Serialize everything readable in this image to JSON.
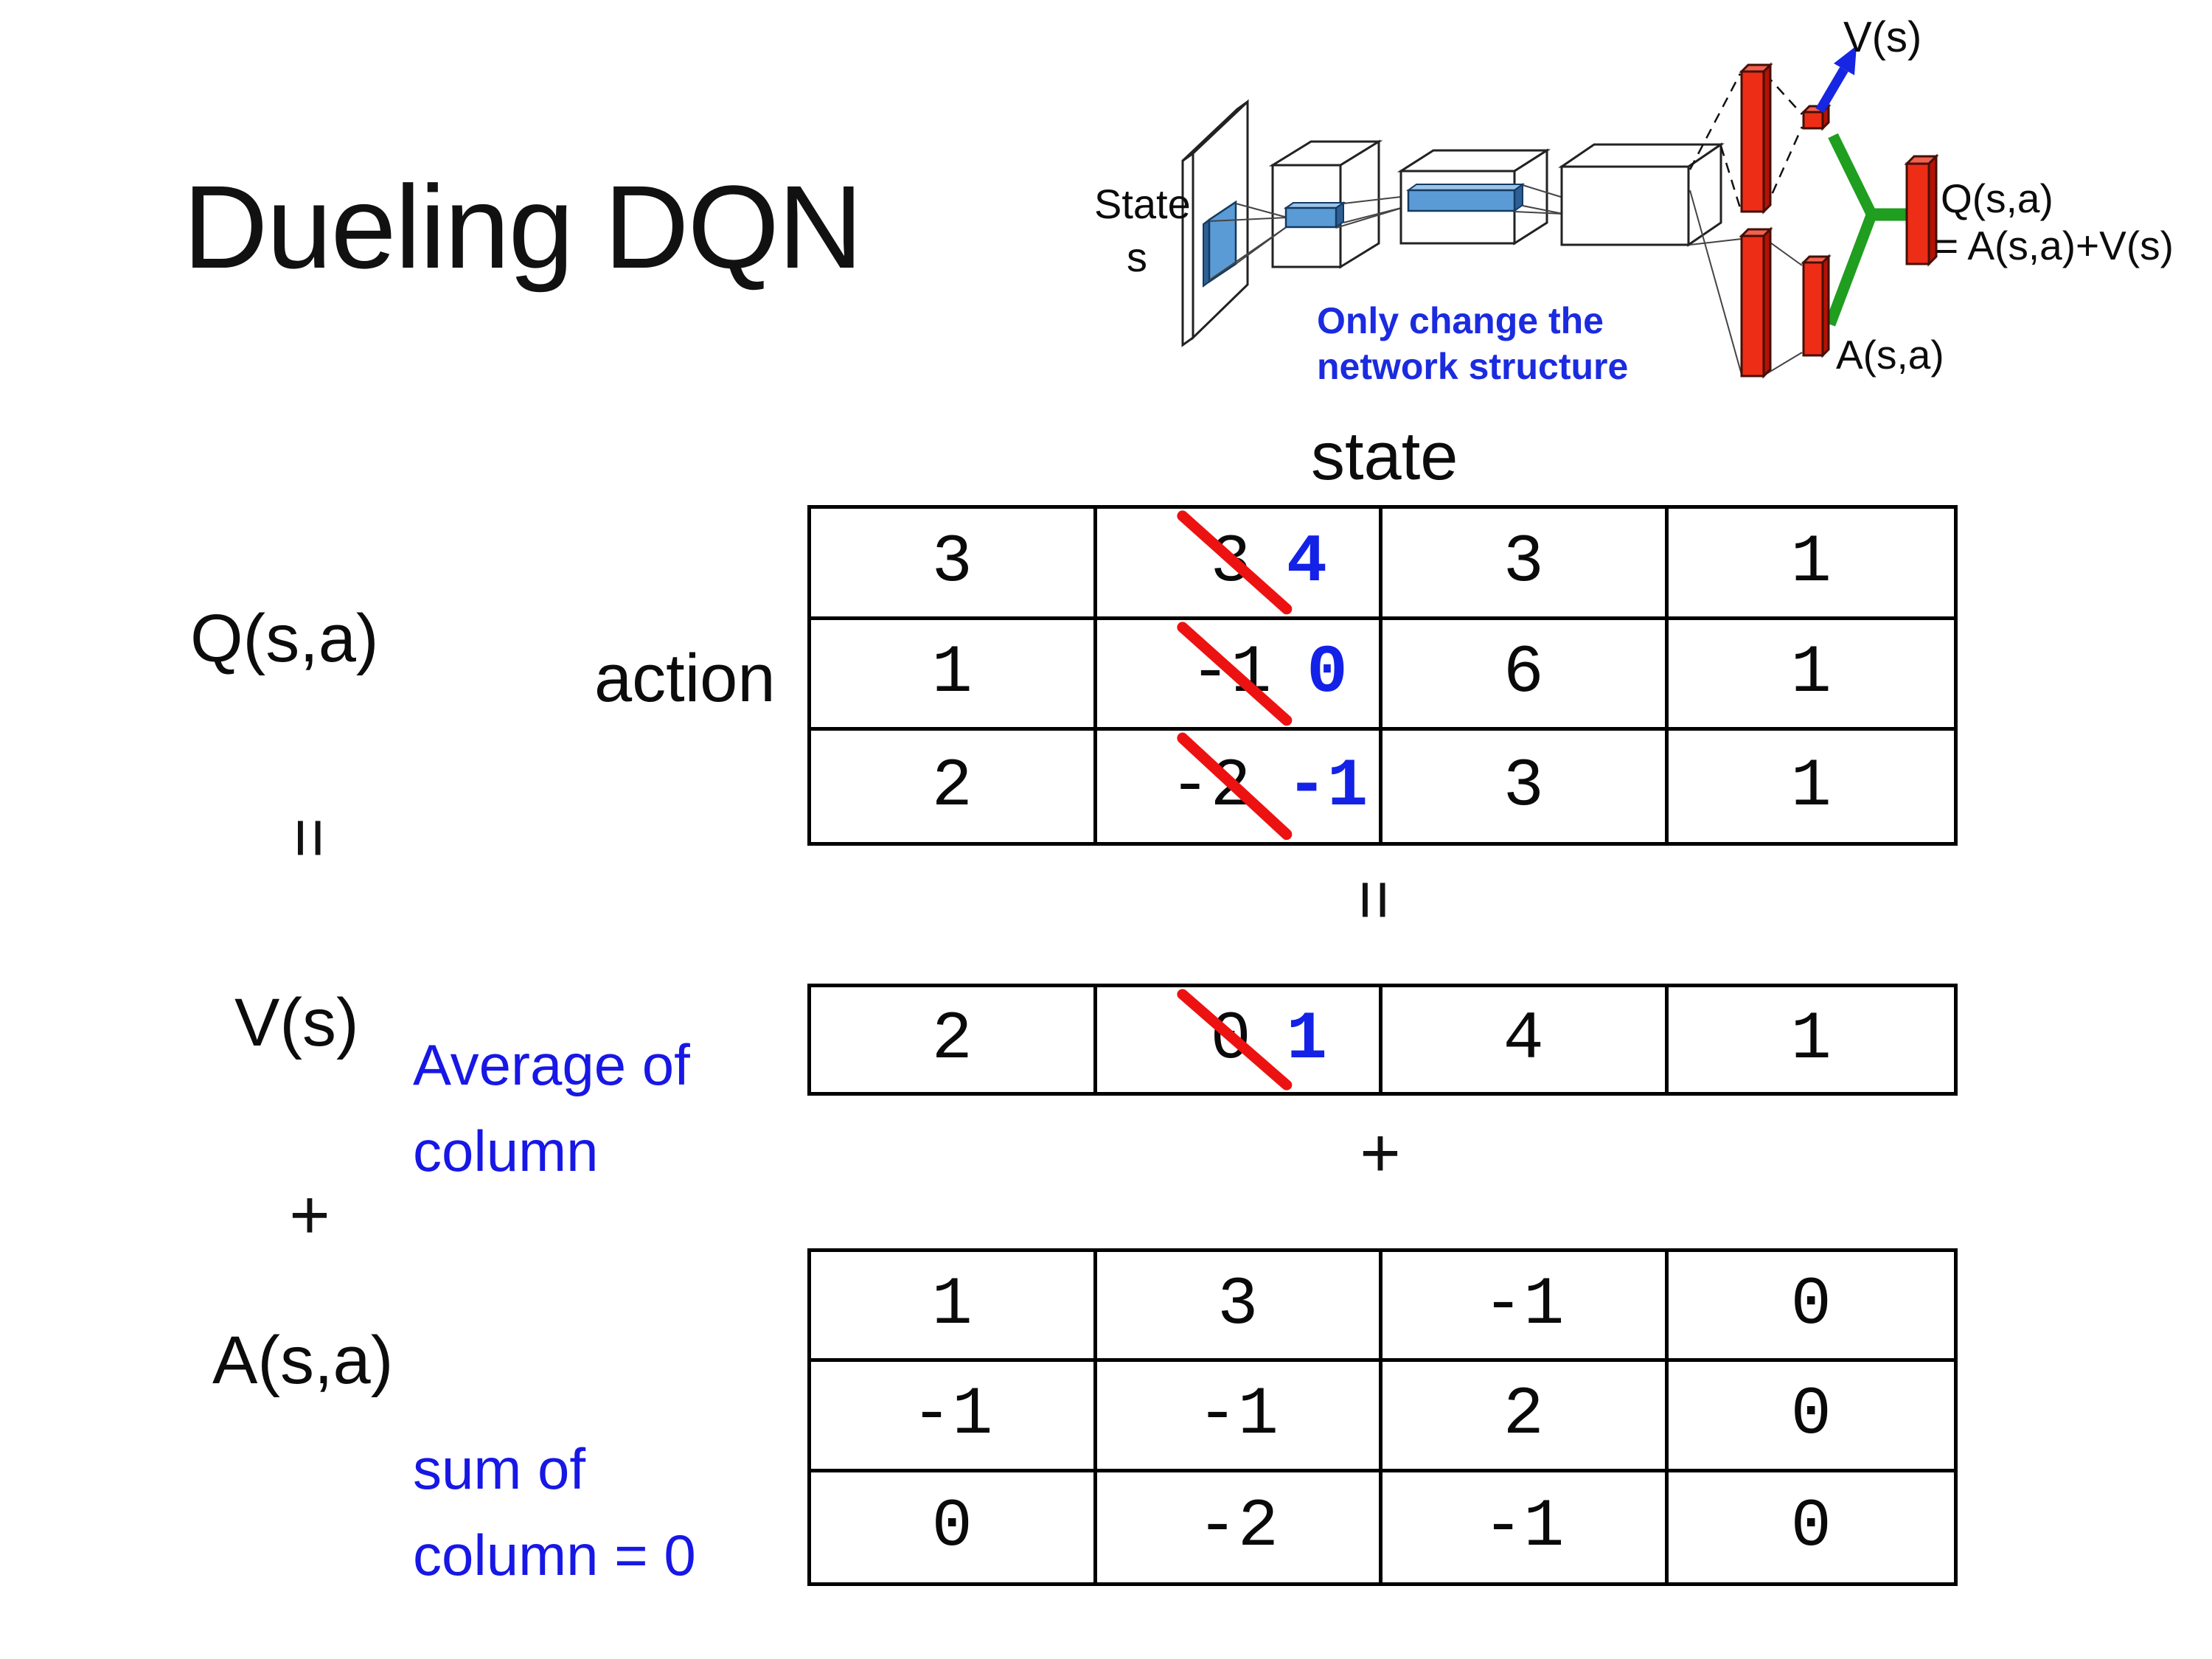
{
  "slide": {
    "title": "Dueling DQN"
  },
  "colors": {
    "strike_red": "#ec1212",
    "value_blue": "#1322e6",
    "note_blue": "#1717e6",
    "diagram_note_blue": "#1b2be0",
    "green_merge": "#1f9e1f",
    "bar_red": "#ee2d16",
    "conv_blue": "#5b9bd5"
  },
  "diagram": {
    "state_line1": "State",
    "state_line2": "s",
    "note_line1": "Only change the",
    "note_line2": "network structure",
    "v_out_label": "V(s)",
    "q_out_label": "Q(s,a)",
    "q_out_formula": "= A(s,a)+V(s)",
    "a_out_label": "A(s,a)"
  },
  "equation": {
    "q_label": "Q(s,a)",
    "equals": "=",
    "v_label": "V(s)",
    "plus": "+",
    "a_label": "A(s,a)",
    "mid_equals": "=",
    "mid_plus": "+",
    "action_label": "action",
    "state_label": "state",
    "v_note_line1": "Average of",
    "v_note_line2": "column",
    "a_note_line1": "sum of",
    "a_note_line2": "column = 0"
  },
  "q_table": {
    "rows": [
      [
        "3",
        {
          "old": "3",
          "new": "4"
        },
        "3",
        "1"
      ],
      [
        "1",
        {
          "old": "-1",
          "new": "0"
        },
        "6",
        "1"
      ],
      [
        "2",
        {
          "old": "-2",
          "new": "-1"
        },
        "3",
        "1"
      ]
    ]
  },
  "v_table": {
    "rows": [
      [
        "2",
        {
          "old": "0",
          "new": "1"
        },
        "4",
        "1"
      ]
    ]
  },
  "a_table": {
    "rows": [
      [
        "1",
        "3",
        "-1",
        "0"
      ],
      [
        "-1",
        "-1",
        "2",
        "0"
      ],
      [
        "0",
        "-2",
        "-1",
        "0"
      ]
    ]
  }
}
